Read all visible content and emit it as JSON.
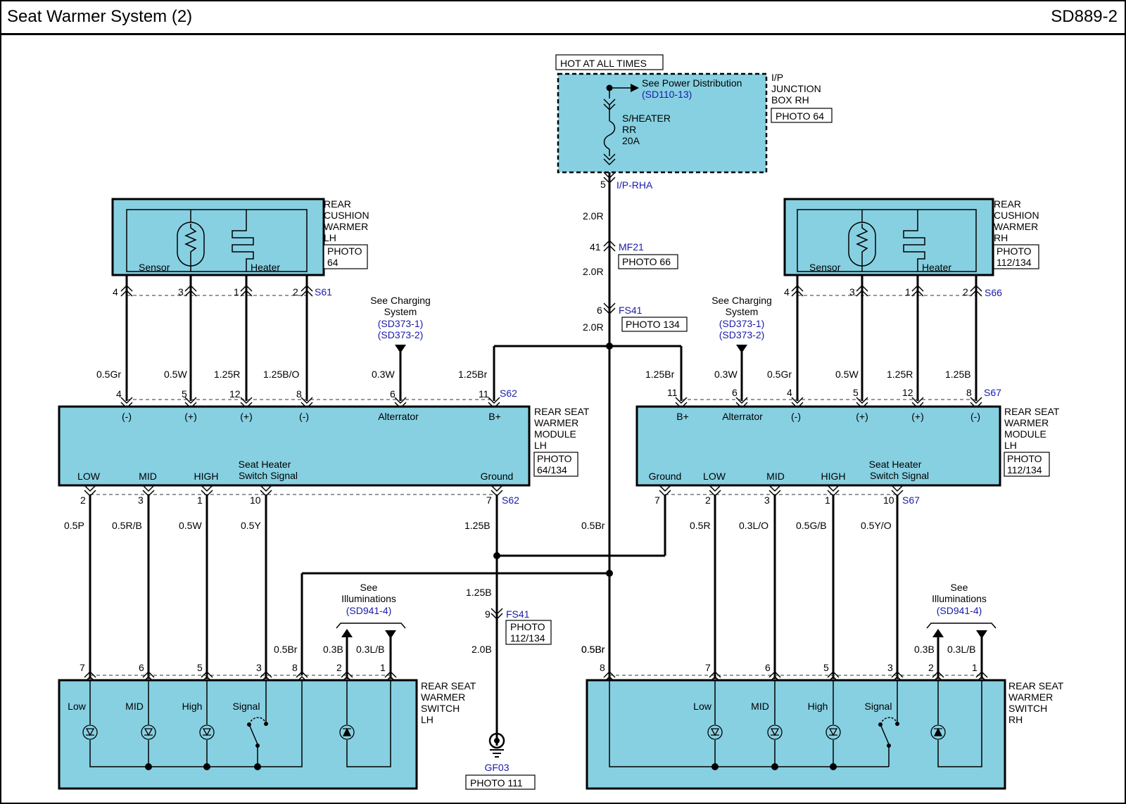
{
  "header": {
    "title": "Seat Warmer System (2)",
    "code": "SD889-2"
  },
  "colors": {
    "component_fill": "#87d0e2",
    "link_blue": "#1a1aa8",
    "wire": "#000000"
  },
  "junction_box": {
    "hot_label": "HOT AT ALL TIMES",
    "see_power": "See Power Distribution",
    "see_power_ref": "(SD110-13)",
    "fuse_lines": [
      "S/HEATER",
      "RR",
      "20A"
    ],
    "name_lines": [
      "I/P",
      "JUNCTION",
      "BOX RH"
    ],
    "photo": "PHOTO 64",
    "out_pin": "5",
    "out_connector": "I/P-RHA"
  },
  "main_feed": {
    "wire1": "2.0R",
    "mf21_pin": "41",
    "mf21": "MF21",
    "mf21_photo": "PHOTO 66",
    "wire2": "2.0R",
    "fs41_pin": "6",
    "fs41": "FS41",
    "fs41_photo": "PHOTO 134",
    "wire3": "2.0R"
  },
  "cushion_lh": {
    "name_lines": [
      "REAR",
      "CUSHION",
      "WARMER",
      "LH"
    ],
    "photo_lines": [
      "PHOTO",
      "64"
    ],
    "sensor": "Sensor",
    "heater": "Heater",
    "pins": [
      "4",
      "3",
      "1",
      "2"
    ],
    "connector": "S61"
  },
  "cushion_rh": {
    "name_lines": [
      "REAR",
      "CUSHION",
      "WARMER",
      "RH"
    ],
    "photo_lines": [
      "PHOTO",
      "112/134"
    ],
    "sensor": "Sensor",
    "heater": "Heater",
    "pins": [
      "4",
      "3",
      "1",
      "2"
    ],
    "connector": "S66"
  },
  "charging_lh": {
    "lines": [
      "See Charging",
      "System"
    ],
    "refs": [
      "(SD373-1)",
      "(SD373-2)"
    ]
  },
  "charging_rh": {
    "lines": [
      "See Charging",
      "System"
    ],
    "refs": [
      "(SD373-1)",
      "(SD373-2)"
    ]
  },
  "module_lh": {
    "name_lines": [
      "REAR SEAT",
      "WARMER",
      "MODULE",
      "LH"
    ],
    "photo_lines": [
      "PHOTO",
      "64/134"
    ],
    "top_wires": [
      "0.5Gr",
      "0.5W",
      "1.25R",
      "1.25B/O",
      "0.3W",
      "1.25Br"
    ],
    "top_pins": [
      "4",
      "5",
      "12",
      "8",
      "6",
      "11"
    ],
    "top_connector": "S62",
    "top_labels": [
      "(-)",
      "(+)",
      "(+)",
      "(-)",
      "Alterrator",
      "B+"
    ],
    "bottom_labels": [
      "LOW",
      "MID",
      "HIGH",
      "Ground"
    ],
    "signal_lines": [
      "Seat Heater",
      "Switch Signal"
    ],
    "bottom_pins": [
      "2",
      "3",
      "1",
      "10",
      "7"
    ],
    "bottom_connector": "S62",
    "bottom_wires": [
      "0.5P",
      "0.5R/B",
      "0.5W",
      "0.5Y",
      "1.25B"
    ]
  },
  "module_rh": {
    "name_lines": [
      "REAR SEAT",
      "WARMER",
      "MODULE",
      "LH"
    ],
    "photo_lines": [
      "PHOTO",
      "112/134"
    ],
    "top_wires": [
      "1.25Br",
      "0.3W",
      "0.5Gr",
      "0.5W",
      "1.25R",
      "1.25B"
    ],
    "top_pins": [
      "11",
      "6",
      "4",
      "5",
      "12",
      "8"
    ],
    "top_connector": "S67",
    "top_labels": [
      "B+",
      "Alterrator",
      "(-)",
      "(+)",
      "(+)",
      "(-)"
    ],
    "bottom_labels": [
      "Ground",
      "LOW",
      "MID",
      "HIGH"
    ],
    "signal_lines": [
      "Seat Heater",
      "Switch Signal"
    ],
    "bottom_pins": [
      "7",
      "2",
      "3",
      "1",
      "10"
    ],
    "bottom_connector": "S67",
    "bottom_wires": [
      "0.5R",
      "0.3L/O",
      "0.5G/B",
      "0.5Y/O"
    ]
  },
  "center": {
    "wire_br_mid": "0.5Br",
    "wire_br_low": "0.5Br",
    "wire_b_125": "1.25B",
    "fs41_pin": "9",
    "fs41": "FS41",
    "fs41_photo_lines": [
      "PHOTO",
      "112/134"
    ],
    "wire_20b": "2.0B",
    "ground": "GF03",
    "ground_photo": "PHOTO 111"
  },
  "illum_lh": {
    "lines": [
      "See",
      "Illuminations"
    ],
    "ref": "(SD941-4)"
  },
  "illum_rh": {
    "lines": [
      "See",
      "Illuminations"
    ],
    "ref": "(SD941-4)"
  },
  "switch_lh": {
    "name_lines": [
      "REAR SEAT",
      "WARMER",
      "SWITCH",
      "LH"
    ],
    "pins": [
      "7",
      "6",
      "5",
      "3",
      "8",
      "2",
      "1"
    ],
    "wires": [
      "0.5Br",
      "0.3B",
      "0.3L/B"
    ],
    "labels": [
      "Low",
      "MID",
      "High",
      "Signal"
    ]
  },
  "switch_rh": {
    "name_lines": [
      "REAR SEAT",
      "WARMER",
      "SWITCH",
      "RH"
    ],
    "pins": [
      "8",
      "7",
      "6",
      "5",
      "3",
      "2",
      "1"
    ],
    "wires": [
      "0.5Br",
      "0.3B",
      "0.3L/B"
    ],
    "labels": [
      "Low",
      "MID",
      "High",
      "Signal"
    ]
  }
}
